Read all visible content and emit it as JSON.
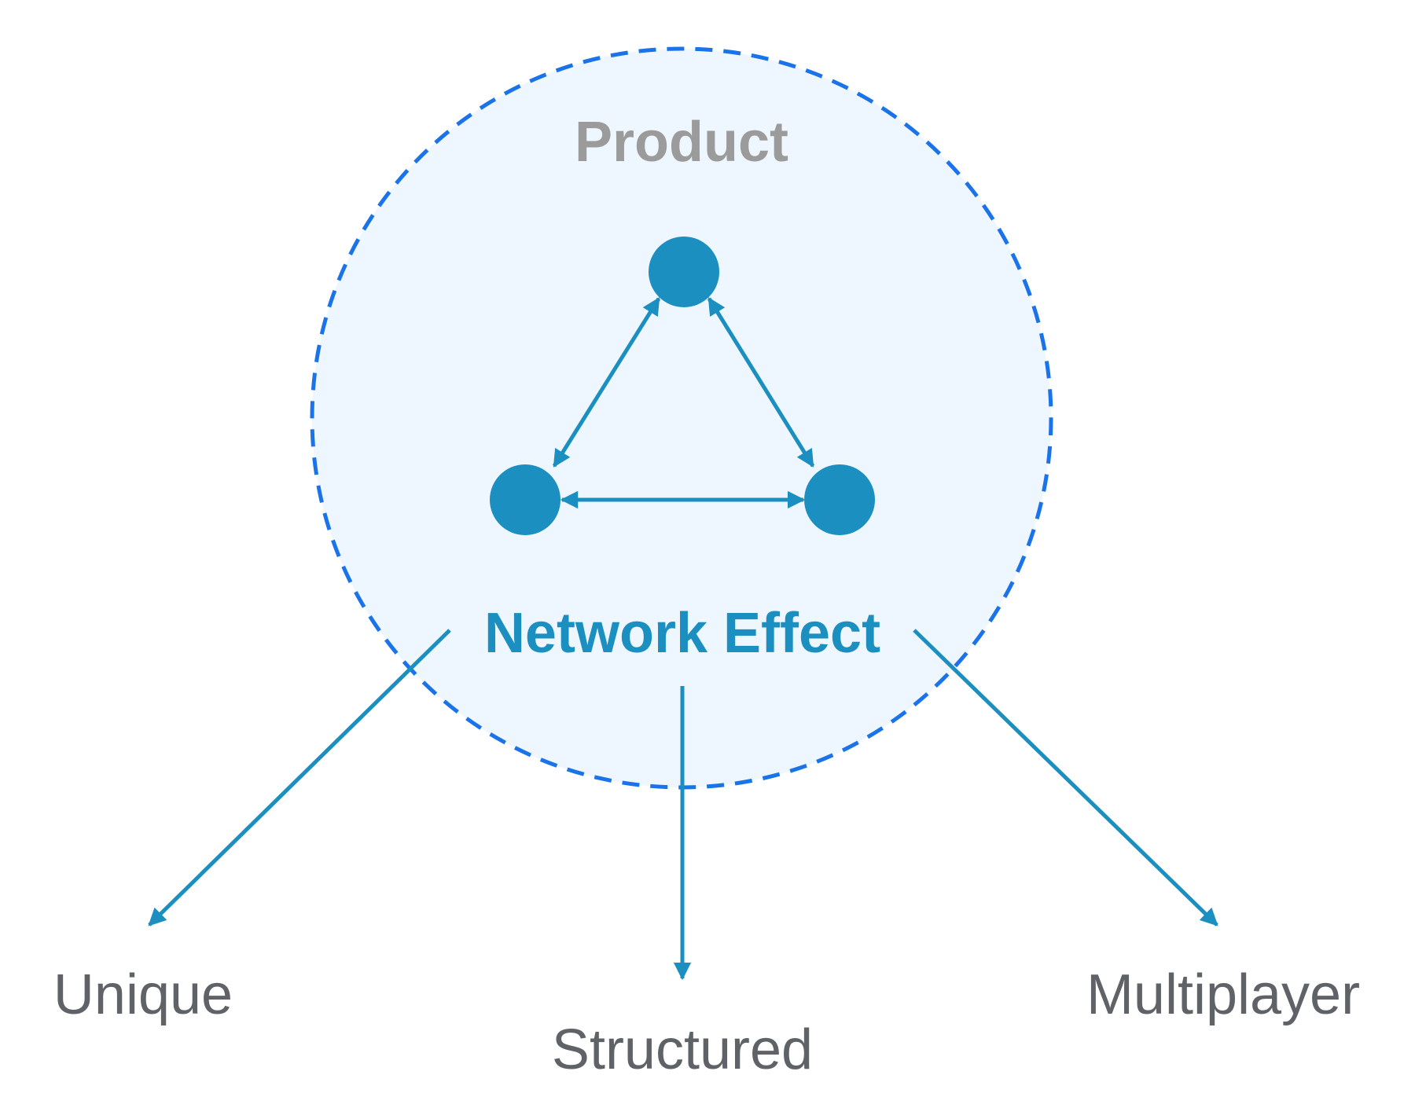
{
  "diagram": {
    "container_label": "Product",
    "core_label": "Network Effect",
    "outcomes": {
      "left": "Unique",
      "center": "Structured",
      "right": "Multiplayer"
    }
  },
  "colors": {
    "accent": "#1b8fbf",
    "circle_border": "#1a73e8",
    "circle_fill": "#eef6ff",
    "product_text": "#9b9b9b",
    "outcome_text": "#5f6368"
  }
}
